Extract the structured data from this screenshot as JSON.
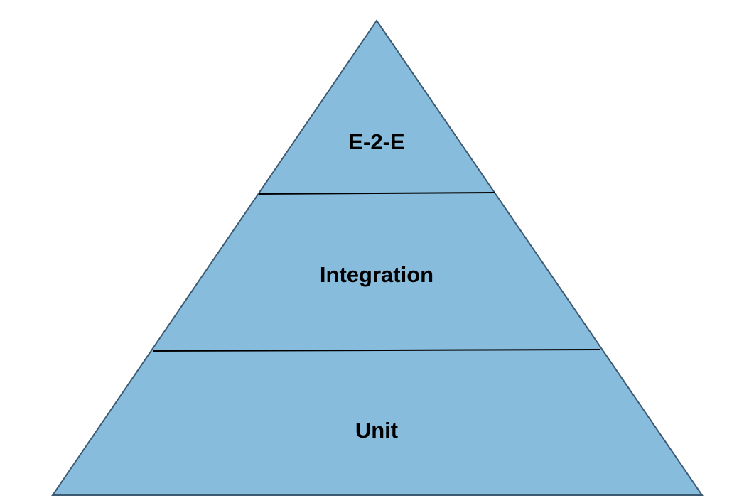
{
  "diagram": {
    "title": "Test Pyramid",
    "fill_color": "#88bcdd",
    "outline_color": "#3d5a73",
    "tiers": [
      {
        "label": "E-2-E"
      },
      {
        "label": "Integration"
      },
      {
        "label": "Unit"
      }
    ]
  }
}
